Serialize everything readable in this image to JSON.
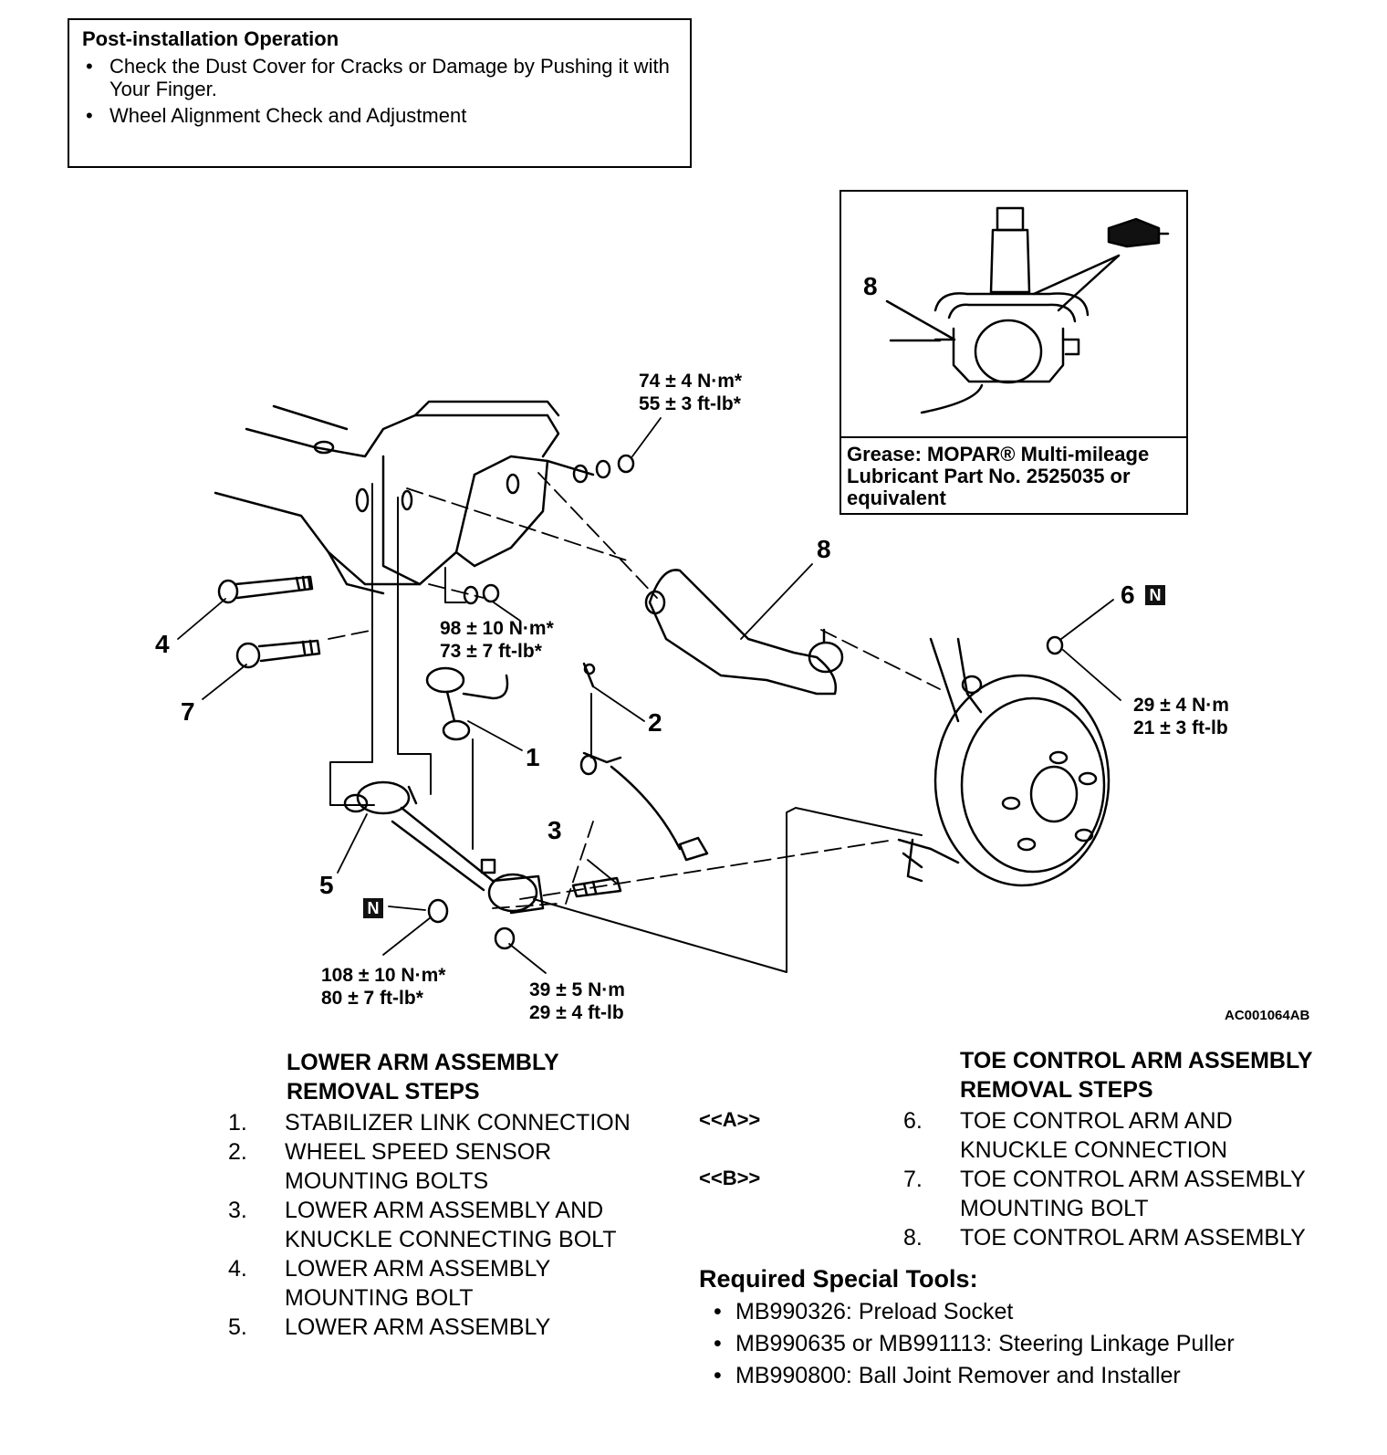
{
  "post_installation": {
    "title": "Post-installation Operation",
    "items": [
      "Check the Dust Cover for Cracks or Damage by Pushing it with Your Finger.",
      "Wheel Alignment Check and Adjustment"
    ]
  },
  "inset": {
    "callout": "8",
    "grease_note": "Grease: MOPAR® Multi-mileage Lubricant Part No. 2525035 or equivalent"
  },
  "torque": {
    "t74": [
      "74 ± 4 N·m*",
      "55 ± 3 ft-lb*"
    ],
    "t98": [
      "98 ± 10 N·m*",
      "73 ± 7 ft-lb*"
    ],
    "t29": [
      "29 ± 4 N·m",
      "21 ± 3 ft-lb"
    ],
    "t108": [
      "108 ± 10 N·m*",
      "80 ± 7 ft-lb*"
    ],
    "t39": [
      "39 ± 5 N·m",
      "29 ± 4 ft-lb"
    ]
  },
  "callouts": {
    "c1": "1",
    "c2": "2",
    "c3": "3",
    "c4": "4",
    "c5": "5",
    "c6": "6",
    "c7": "7",
    "c8": "8",
    "n_badge": "N"
  },
  "figure_code": "AC001064AB",
  "lower_arm": {
    "title": [
      "LOWER ARM ASSEMBLY",
      "REMOVAL STEPS"
    ],
    "steps": [
      {
        "n": "1.",
        "lines": [
          "STABILIZER LINK CONNECTION"
        ]
      },
      {
        "n": "2.",
        "lines": [
          "WHEEL SPEED SENSOR",
          "MOUNTING BOLTS"
        ]
      },
      {
        "n": "3.",
        "lines": [
          "LOWER ARM ASSEMBLY AND",
          "KNUCKLE CONNECTING BOLT"
        ]
      },
      {
        "n": "4.",
        "lines": [
          "LOWER ARM ASSEMBLY",
          "MOUNTING BOLT"
        ]
      },
      {
        "n": "5.",
        "lines": [
          "LOWER ARM ASSEMBLY"
        ]
      }
    ]
  },
  "toe_arm": {
    "title": [
      "TOE CONTROL ARM ASSEMBLY",
      "REMOVAL STEPS"
    ],
    "ref_a": "<<A>>",
    "ref_b": "<<B>>",
    "steps": [
      {
        "n": "6.",
        "lines": [
          "TOE CONTROL ARM AND",
          "KNUCKLE CONNECTION"
        ]
      },
      {
        "n": "7.",
        "lines": [
          "TOE CONTROL ARM ASSEMBLY",
          "MOUNTING BOLT"
        ]
      },
      {
        "n": "8.",
        "lines": [
          "TOE CONTROL ARM ASSEMBLY"
        ]
      }
    ]
  },
  "tools": {
    "title": "Required Special Tools:",
    "items": [
      "MB990326: Preload Socket",
      "MB990635 or MB991113: Steering Linkage Puller",
      "MB990800: Ball Joint Remover and Installer"
    ]
  }
}
